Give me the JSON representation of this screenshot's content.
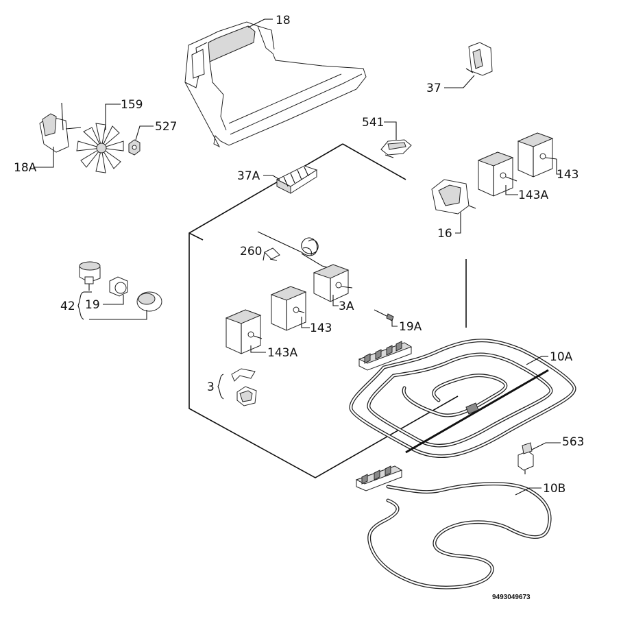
{
  "drawing_number": "9493049673",
  "callouts": {
    "l18": "18",
    "l37": "37",
    "l159": "159",
    "l527": "527",
    "l18a": "18A",
    "l541": "541",
    "l37a": "37A",
    "l143_top": "143",
    "l143a_top": "143A",
    "l16": "16",
    "l260": "260",
    "l3a": "3A",
    "l42": "42",
    "l19": "19",
    "l19a": "19A",
    "l143_mid": "143",
    "l143a_mid": "143A",
    "l10a": "10A",
    "l3": "3",
    "l563": "563",
    "l10b": "10B"
  }
}
